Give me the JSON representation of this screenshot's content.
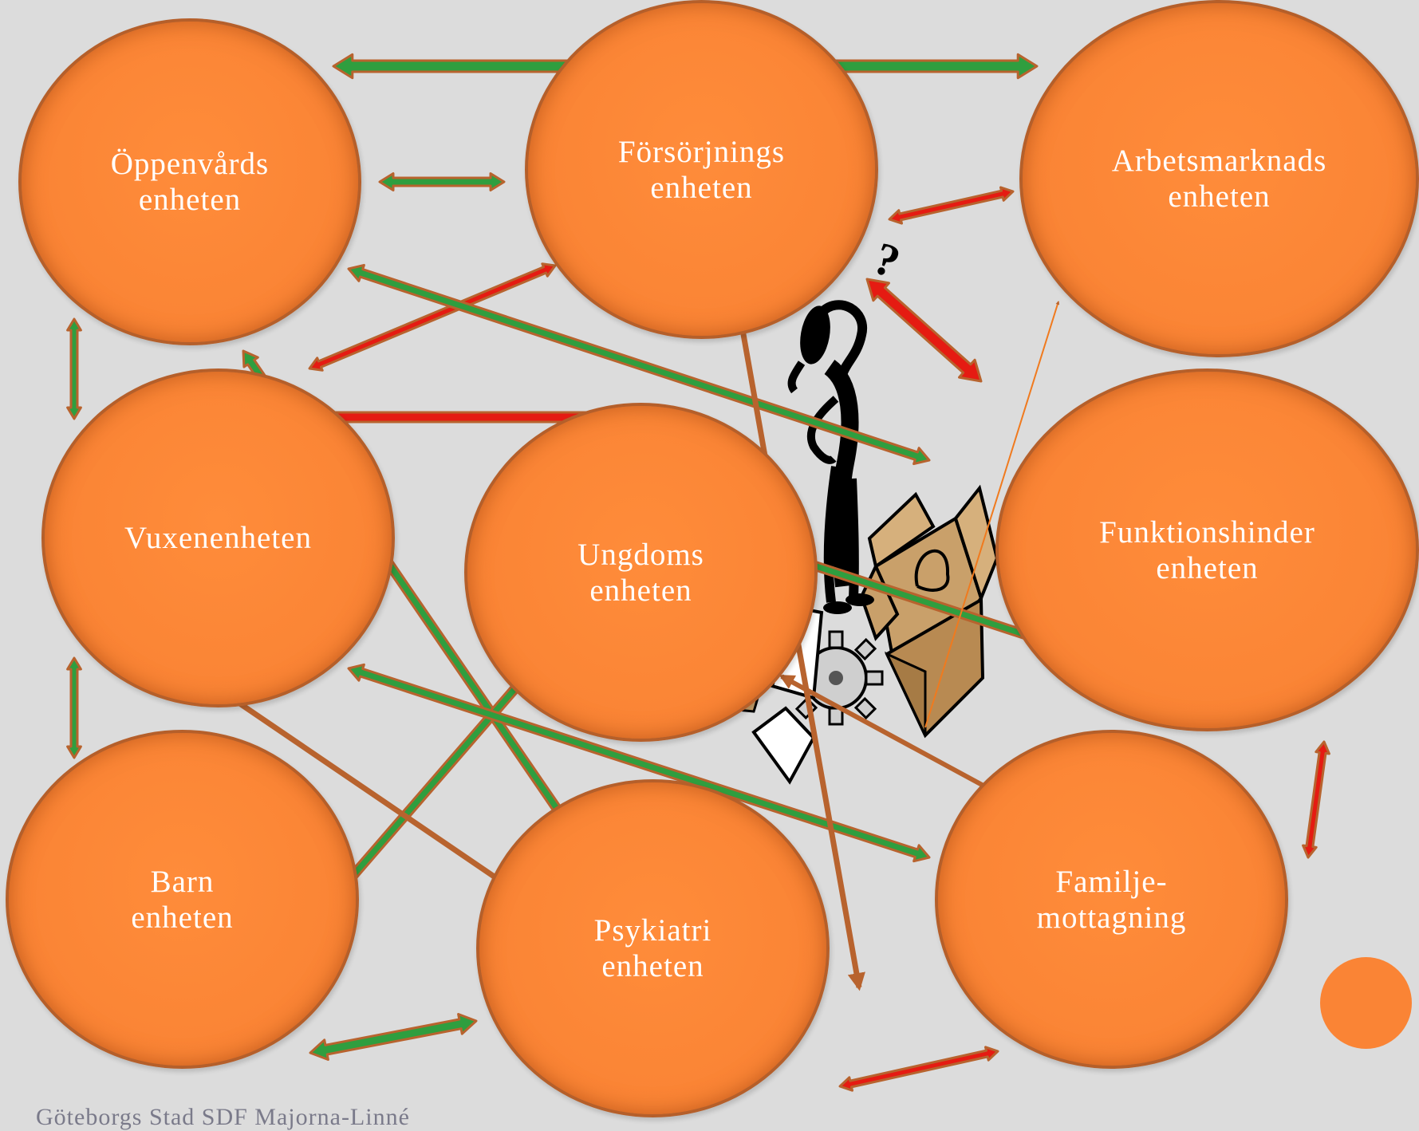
{
  "nodes": [
    {
      "id": "oppenvards",
      "label": "Öppenvårds\nenheten"
    },
    {
      "id": "forsorjnings",
      "label": "Försörjnings\nenheten"
    },
    {
      "id": "arbetsmarknads",
      "label": "Arbetsmarknads\nenheten"
    },
    {
      "id": "vuxen",
      "label": "Vuxenenheten"
    },
    {
      "id": "ungdoms",
      "label": "Ungdoms\nenheten"
    },
    {
      "id": "funktionshinder",
      "label": "Funktionshinder\nenheten"
    },
    {
      "id": "barn",
      "label": "Barn\nenheten"
    },
    {
      "id": "psykiatri",
      "label": "Psykiatri\nenheten"
    },
    {
      "id": "familje",
      "label": "Familje-\nmottagning"
    }
  ],
  "footer": "Göteborgs Stad SDF Majorna-Linné",
  "colors": {
    "background": "#dcdcdc",
    "node_fill": "#fa8435",
    "node_border": "#b55f2a",
    "arrow_brown": "#b8632e",
    "arrow_green": "#2f9e3f",
    "arrow_red": "#e51b12",
    "footer_text": "#7a7a8a"
  },
  "clipart": [
    "thinking-figure-icon",
    "question-mark-icon",
    "cardboard-box-icon",
    "gear-icon",
    "paper-icon",
    "cane-icon"
  ]
}
